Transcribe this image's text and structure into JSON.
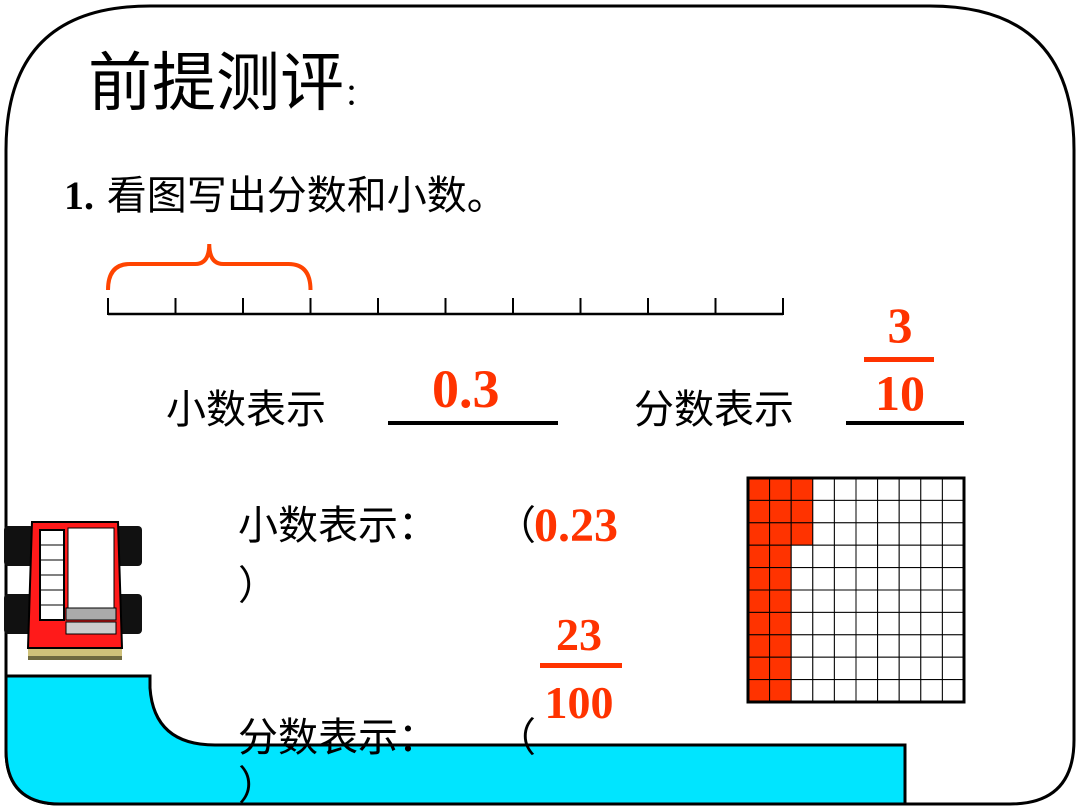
{
  "slide": {
    "title": "前提测评",
    "title_colon": "：",
    "question_number": "1.",
    "question_text": "看图写出分数和小数。"
  },
  "ruler": {
    "segments": 10,
    "highlighted_segments": 3,
    "brace_color": "#ff4400"
  },
  "part1": {
    "decimal_label": "小数表示",
    "decimal_answer": "0.3",
    "fraction_label": "分数表示",
    "fraction_numerator": "3",
    "fraction_denominator": "10"
  },
  "part2": {
    "decimal_label": "小数表示：",
    "decimal_open_paren": "（",
    "decimal_answer": "0.23",
    "decimal_close_paren": "）",
    "fraction_label": "分数表示：",
    "fraction_open_paren": "（",
    "fraction_numerator": "23",
    "fraction_denominator": "100",
    "fraction_close_paren": "）"
  },
  "grid": {
    "rows": 10,
    "cols": 10,
    "shaded_cells": 23,
    "shade_color": "#ff3300"
  },
  "colors": {
    "answer": "#ff3300",
    "road": "#00e5ff",
    "frame": "#000000"
  }
}
